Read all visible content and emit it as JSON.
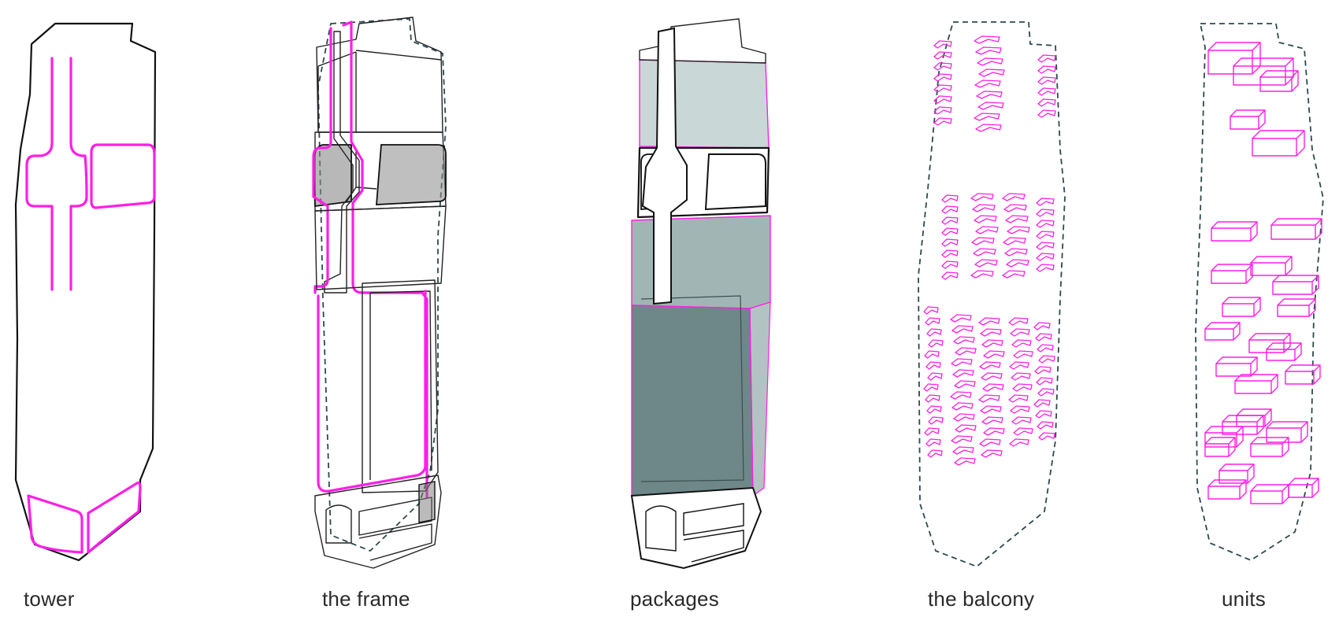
{
  "panels": [
    {
      "id": "tower",
      "label": "tower"
    },
    {
      "id": "frame",
      "label": "the frame"
    },
    {
      "id": "packages",
      "label": "packages"
    },
    {
      "id": "balcony",
      "label": "the balcony"
    },
    {
      "id": "units",
      "label": "units"
    }
  ],
  "colors": {
    "accent": "#ff1ee6",
    "outline": "#111111",
    "dashed_outline": "#2c4a4f",
    "package_light": "#c9d7d6",
    "package_mid": "#a2b5b5",
    "package_dark": "#6e8788"
  }
}
